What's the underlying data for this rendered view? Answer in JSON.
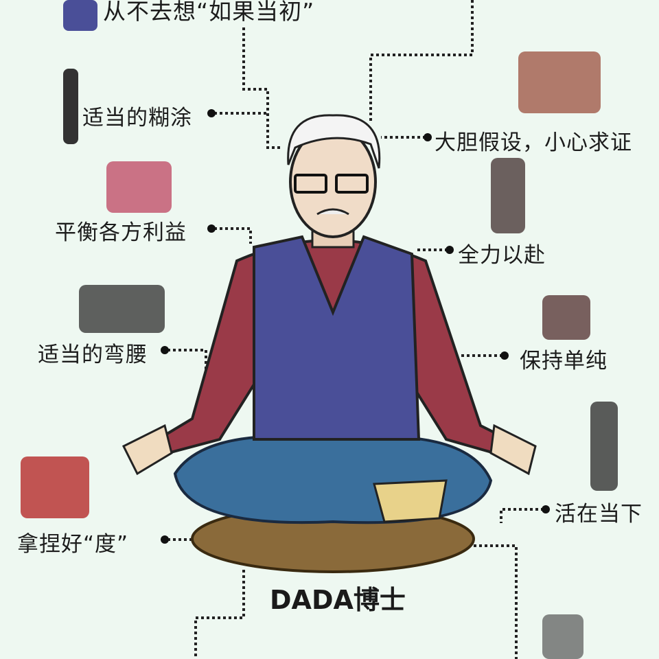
{
  "title": "DADA博士",
  "labels": {
    "never_regret": "从不去想“如果当初”",
    "proper_muddle": "适当的糊涂",
    "bold_hypothesis": "大胆假设，小心求证",
    "balance_interests": "平衡各方利益",
    "all_out": "全力以赴",
    "proper_bow": "适当的弯腰",
    "stay_simple": "保持单纯",
    "measure": "拿捏好“度”",
    "live_now": "活在当下"
  },
  "colors": {
    "background": "#eef8f1",
    "vest": "#4a4f98",
    "shirt": "#9a3a48",
    "pants": "#3a6f9c",
    "cushion": "#8a6a3a"
  }
}
